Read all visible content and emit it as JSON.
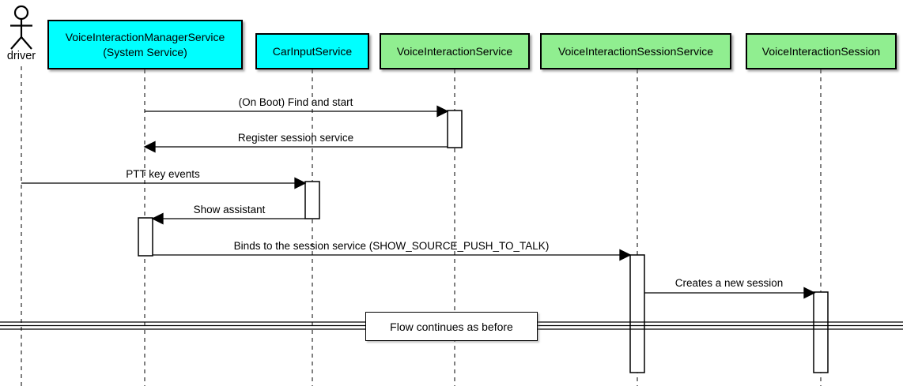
{
  "diagram": {
    "type": "uml-sequence",
    "actor": {
      "name": "driver"
    },
    "participants": [
      {
        "label": "VoiceInteractionManagerService",
        "sublabel": "(System Service)",
        "fill": "#00ffff"
      },
      {
        "label": "CarInputService",
        "fill": "#00ffff"
      },
      {
        "label": "VoiceInteractionService",
        "fill": "#90ee90"
      },
      {
        "label": "VoiceInteractionSessionService",
        "fill": "#90ee90"
      },
      {
        "label": "VoiceInteractionSession",
        "fill": "#90ee90"
      }
    ],
    "messages": [
      {
        "label": "(On Boot) Find and start",
        "from": "VoiceInteractionManagerService",
        "to": "VoiceInteractionService"
      },
      {
        "label": "Register session service",
        "from": "VoiceInteractionService",
        "to": "VoiceInteractionManagerService"
      },
      {
        "label": "PTT key events",
        "from": "driver",
        "to": "CarInputService"
      },
      {
        "label": "Show assistant",
        "from": "CarInputService",
        "to": "VoiceInteractionManagerService"
      },
      {
        "label": "Binds to the session service (SHOW_SOURCE_PUSH_TO_TALK)",
        "from": "VoiceInteractionManagerService",
        "to": "VoiceInteractionSessionService"
      },
      {
        "label": "Creates a new session",
        "from": "VoiceInteractionSessionService",
        "to": "VoiceInteractionSession"
      }
    ],
    "divider": {
      "label": "Flow continues as before"
    },
    "colors": {
      "participant_cyan": "#00ffff",
      "participant_green": "#90ee90",
      "line": "#000000",
      "background": "#ffffff"
    }
  }
}
